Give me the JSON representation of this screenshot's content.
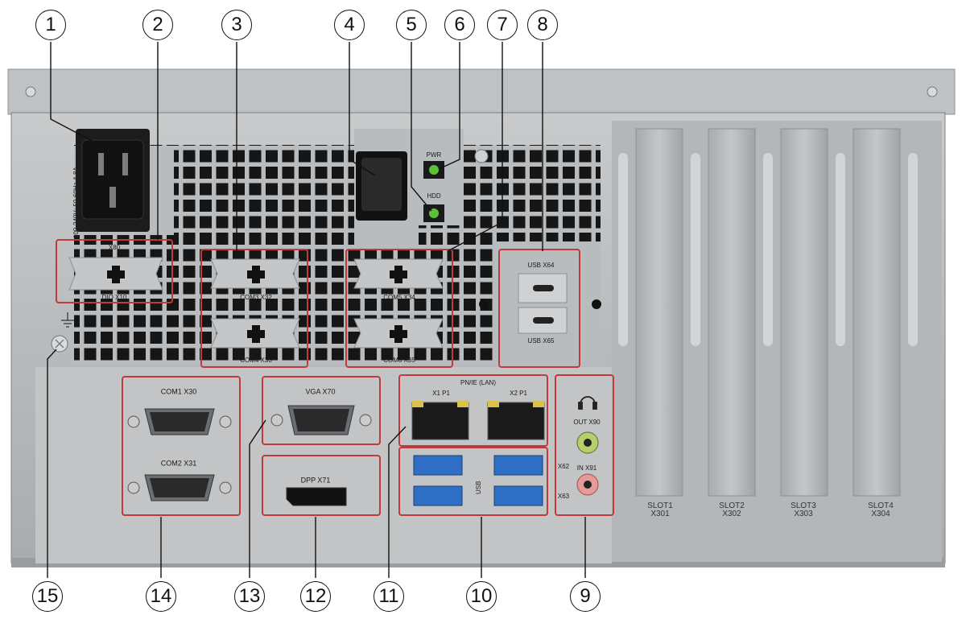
{
  "callouts": [
    "1",
    "2",
    "3",
    "4",
    "5",
    "6",
    "7",
    "8",
    "9",
    "10",
    "11",
    "12",
    "13",
    "14",
    "15"
  ],
  "psu": {
    "rating": "100-240V~50-60Hz 4-8A"
  },
  "labels": {
    "x80": "X80",
    "dio": "DIO X10",
    "com3": "COM3 X32",
    "com4": "COM4 X33",
    "com5": "COM5 X34",
    "com6": "COM6 X35",
    "usb_x64": "USB X64",
    "usb_x65": "USB X65",
    "pwr": "PWR",
    "hdd": "HDD",
    "com1": "COM1 X30",
    "com2": "COM2 X31",
    "vga": "VGA X70",
    "dpp": "DPP X71",
    "pnie": "PN/IE (LAN)",
    "x1p1": "X1 P1",
    "x2p1": "X2 P1",
    "x62": "X62",
    "x63": "X63",
    "usb_vert": "USB",
    "out": "OUT X90",
    "in": "IN X91"
  },
  "slots": [
    {
      "name": "SLOT1",
      "id": "X301"
    },
    {
      "name": "SLOT2",
      "id": "X302"
    },
    {
      "name": "SLOT3",
      "id": "X303"
    },
    {
      "name": "SLOT4",
      "id": "X304"
    }
  ],
  "colors": {
    "chassis": "#b3b6b9",
    "chassis_dark": "#8f9396",
    "highlight_frame": "#c0393b",
    "usb_blue": "#2f6fc6",
    "led_green": "#5fbf3a",
    "audio_out": "#b6cf6a",
    "audio_in": "#e79a9a"
  }
}
